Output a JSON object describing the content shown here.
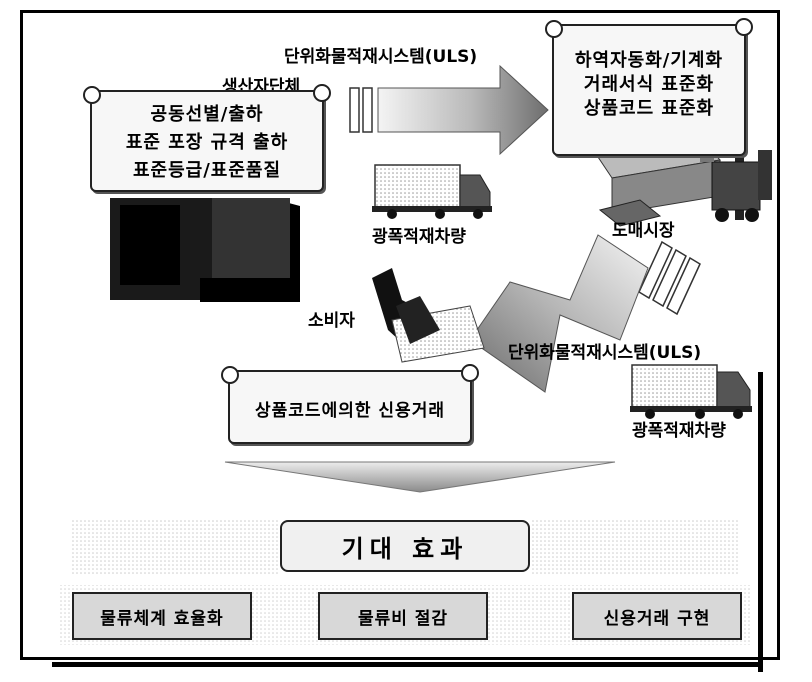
{
  "labels": {
    "producer": "생산자단체",
    "uls_top": "단위화물적재시스템(ULS)",
    "truck_top": "광폭적재차량",
    "wholesale": "도매시장",
    "consumer": "소비자",
    "uls_bottom": "단위화물적재시스템(ULS)",
    "truck_bottom": "광폭적재차량"
  },
  "scroll_producer": [
    "공동선별/출하",
    "표준 포장 규격 출하",
    "표준등급/표준품질"
  ],
  "scroll_wholesale": [
    "하역자동화/기계화",
    "거래서식 표준화",
    "상품코드 표준화"
  ],
  "scroll_consumer": [
    "상품코드에의한 신용거래"
  ],
  "effects": {
    "title": "기대 효과",
    "items": [
      "물류체계 효율화",
      "물류비 절감",
      "신용거래 구현"
    ]
  }
}
